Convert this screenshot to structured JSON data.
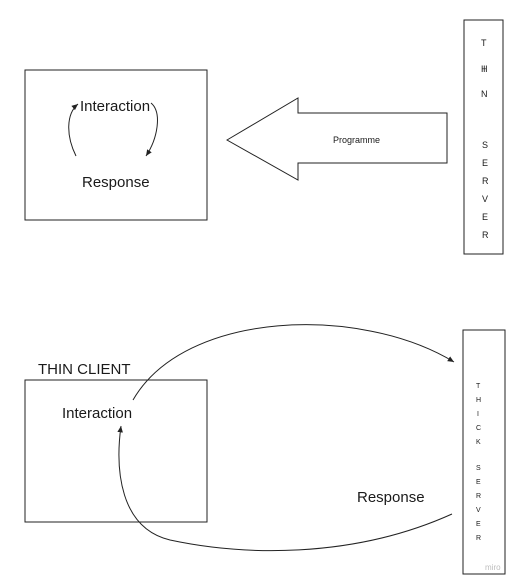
{
  "top": {
    "interaction": "Interaction",
    "response": "Response",
    "arrow_label": "Programme",
    "server_letters": [
      "T",
      "H",
      "I",
      "N",
      "S",
      "E",
      "R",
      "V",
      "E",
      "R"
    ]
  },
  "bottom": {
    "client_title": "THIN CLIENT",
    "interaction": "Interaction",
    "response": "Response",
    "server_letters": [
      "T",
      "H",
      "I",
      "C",
      "K",
      "S",
      "E",
      "R",
      "V",
      "E",
      "R"
    ]
  },
  "watermark": "miro"
}
